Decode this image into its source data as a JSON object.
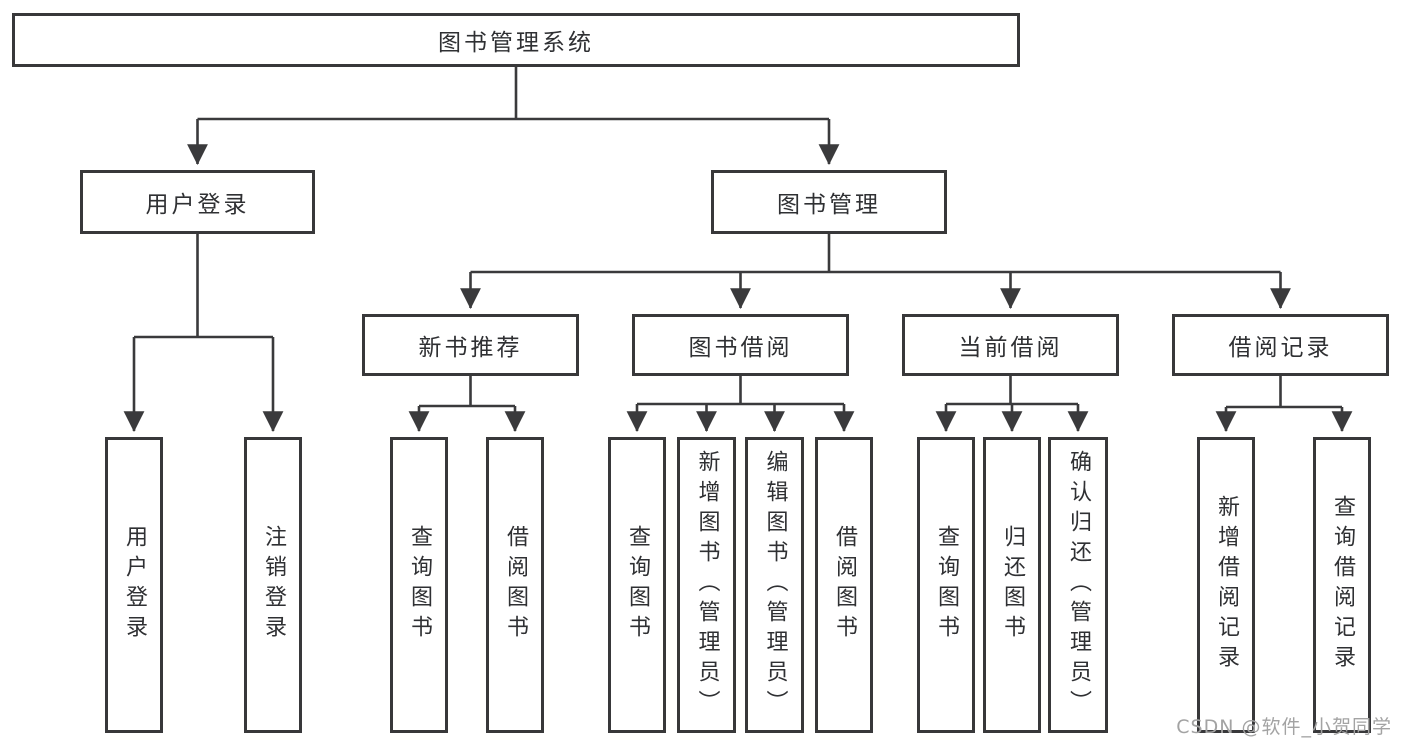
{
  "diagram": {
    "root": {
      "label": "图书管理系统"
    },
    "level2": [
      {
        "id": "user-login",
        "label": "用户登录",
        "children": [
          {
            "label": "用户登录"
          },
          {
            "label": "注销登录"
          }
        ]
      },
      {
        "id": "book-management",
        "label": "图书管理",
        "children": [
          {
            "id": "new-book-recommend",
            "label": "新书推荐",
            "children": [
              {
                "label": "查询图书"
              },
              {
                "label": "借阅图书"
              }
            ]
          },
          {
            "id": "book-borrowing",
            "label": "图书借阅",
            "children": [
              {
                "label": "查询图书"
              },
              {
                "label": "新增图书（管理员）"
              },
              {
                "label": "编辑图书（管理员）"
              },
              {
                "label": "借阅图书"
              }
            ]
          },
          {
            "id": "current-borrowing",
            "label": "当前借阅",
            "children": [
              {
                "label": "查询图书"
              },
              {
                "label": "归还图书"
              },
              {
                "label": "确认归还（管理员）"
              }
            ]
          },
          {
            "id": "borrowing-records",
            "label": "借阅记录",
            "children": [
              {
                "label": "新增借阅记录"
              },
              {
                "label": "查询借阅记录"
              }
            ]
          }
        ]
      }
    ]
  },
  "watermark": {
    "text": "CSDN @软件_小贺同学"
  },
  "colors": {
    "line": "#3a3a3c",
    "border": "#38383a",
    "text": "#2f3033",
    "watermark": "#a3a3a3",
    "background": "#ffffff"
  }
}
